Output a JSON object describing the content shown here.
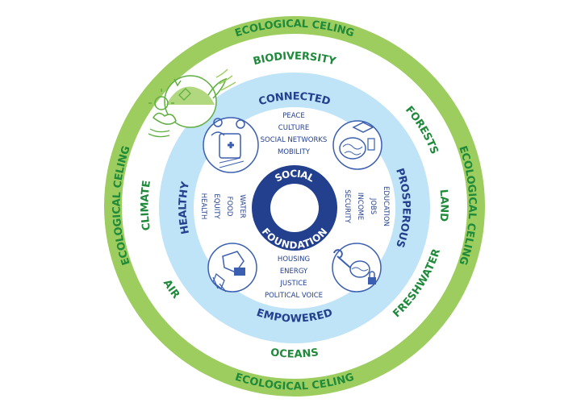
{
  "outer_ring": {
    "top": "ECOLOGICAL CELING",
    "bottom": "ECOLOGICAL CELING",
    "left": "ECOLOGICAL CELING",
    "right": "ECOLOGICAL CELING"
  },
  "planetary": {
    "biodiversity": "BIODIVERSITY",
    "forests": "FORESTS",
    "land": "LAND",
    "freshwater": "FRESHWATER",
    "oceans": "OCEANS",
    "air": "AIR",
    "climate": "CLIMATE"
  },
  "social_dimensions": {
    "connected": "CONNECTED",
    "prosperous": "PROSPEROUS",
    "empowered": "EMPOWERED",
    "healthy": "HEALTHY"
  },
  "connected_items": [
    "PEACE",
    "CULTURE",
    "SOCIAL NETWORKS",
    "MOBILITY"
  ],
  "prosperous_items": [
    "EDUCATION",
    "JOBS",
    "INCOME",
    "SECURITY"
  ],
  "empowered_items": [
    "HOUSING",
    "ENERGY",
    "JUSTICE",
    "POLITICAL VOICE"
  ],
  "healthy_items": [
    "HEALTH",
    "EQUITY",
    "FOOD",
    "WATER"
  ],
  "center": {
    "line1": "SOCIAL",
    "line2": "FOUNDATION"
  },
  "colors": {
    "outer_green": "#9dcd5f",
    "text_green": "#1e8a3a",
    "light_blue": "#bfe3f7",
    "navy": "#23408e",
    "icon_blue": "#3b5fb0",
    "icon_green": "#5fae3f"
  }
}
